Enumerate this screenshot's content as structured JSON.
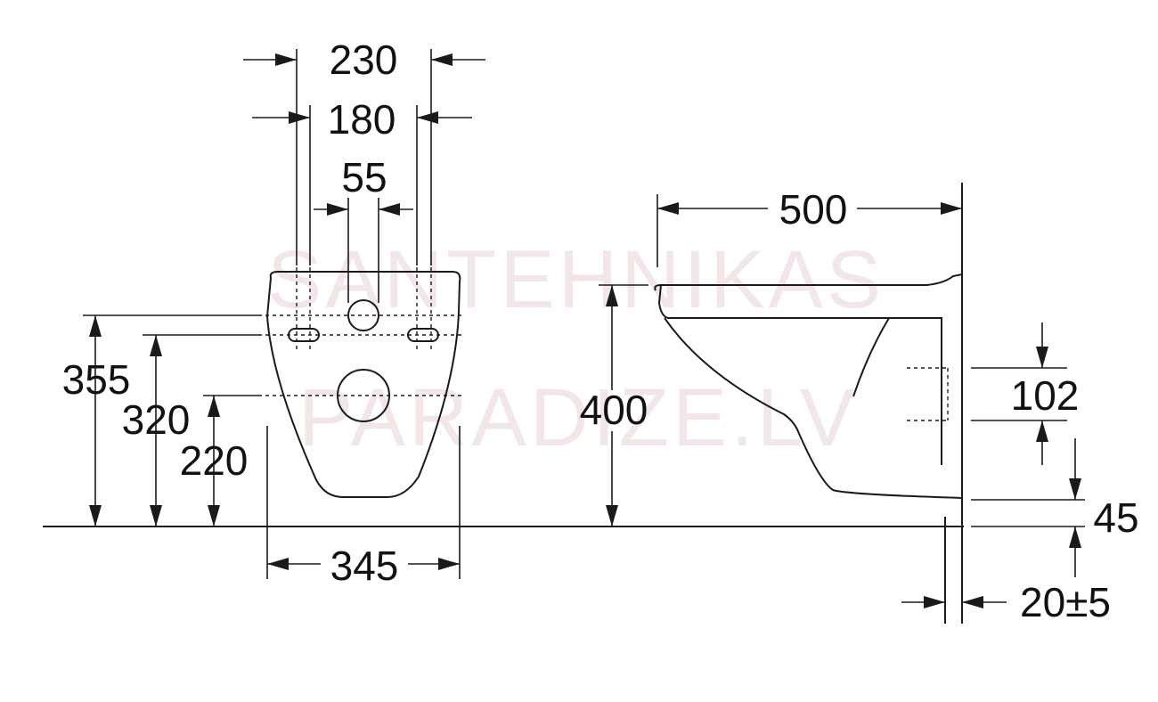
{
  "watermark": {
    "line1": "SANTEHNIKAS",
    "line2": "PARADIZE.LV"
  },
  "front_view": {
    "dim_230": "230",
    "dim_180": "180",
    "dim_55": "55",
    "dim_355": "355",
    "dim_320": "320",
    "dim_220": "220",
    "dim_345": "345"
  },
  "side_view": {
    "dim_500": "500",
    "dim_400": "400",
    "dim_102": "102",
    "dim_45": "45",
    "dim_20": "20±5"
  }
}
